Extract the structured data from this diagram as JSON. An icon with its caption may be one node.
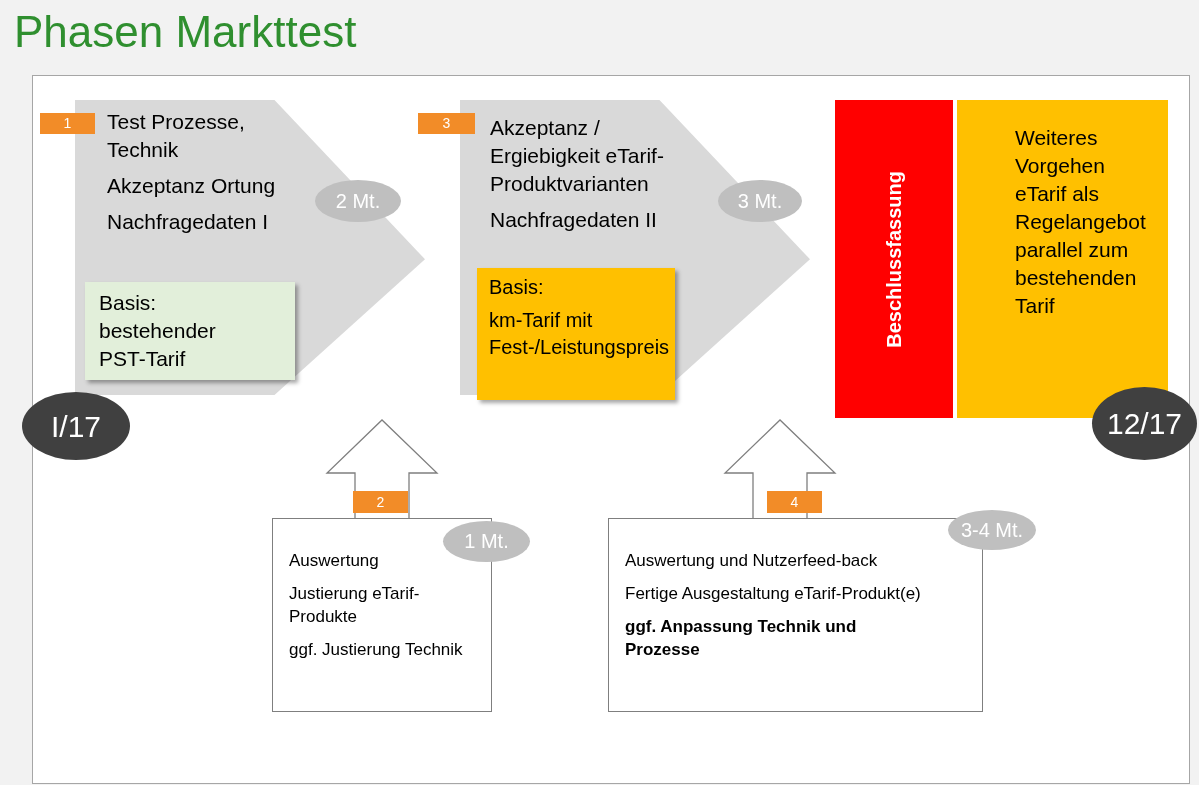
{
  "diagram": {
    "title": "Phasen Markttest",
    "nodes": [
      {
        "text": [
          "Test Prozesse, Technik",
          "Akzeptanz Ortung",
          "Nachfragedaten I"
        ]
      },
      {
        "text": [
          "1"
        ]
      },
      {
        "text": [
          "2 Mt."
        ],
        "in": 0
      },
      {
        "text": [
          "Basis: bestehender PST-Tarif"
        ],
        "in": 0
      },
      {
        "text": [
          "Akzeptanz / Ergiebigkeit eTarif-Produktvarianten",
          "Nachfragedaten II"
        ]
      },
      {
        "text": [
          "3"
        ]
      },
      {
        "text": [
          "3 Mt."
        ],
        "in": 4
      },
      {
        "text": [
          "Basis:",
          "km-Tarif mit Fest-/Leistungspreis"
        ],
        "in": 4
      },
      {
        "text": [
          "Beschlussfassung"
        ]
      },
      {
        "text": [
          "Weiteres Vorgehen eTarif als Regelangebot parallel zum bestehenden Tarif"
        ]
      },
      {
        "text": [
          "I/17"
        ]
      },
      {
        "text": [
          "12/17"
        ]
      },
      {
        "text": [
          "Auswertung",
          "Justierung eTarif-Produkte",
          "ggf. Justierung Technik"
        ]
      },
      {
        "text": [
          "2"
        ]
      },
      {
        "text": [
          "1 Mt."
        ]
      },
      {
        "text": [
          "Auswertung und Nutzerfeed-back",
          "Fertige Ausgestaltung eTarif-Produkt(e)",
          "ggf. Anpassung Technik und Prozesse"
        ]
      },
      {
        "text": [
          "4"
        ]
      },
      {
        "text": [
          "3-4 Mt."
        ]
      }
    ],
    "edges": [
      {
        "from": 12,
        "to": 0,
        "arrow": "to"
      },
      {
        "from": 15,
        "to": 4,
        "arrow": "to"
      }
    ]
  }
}
